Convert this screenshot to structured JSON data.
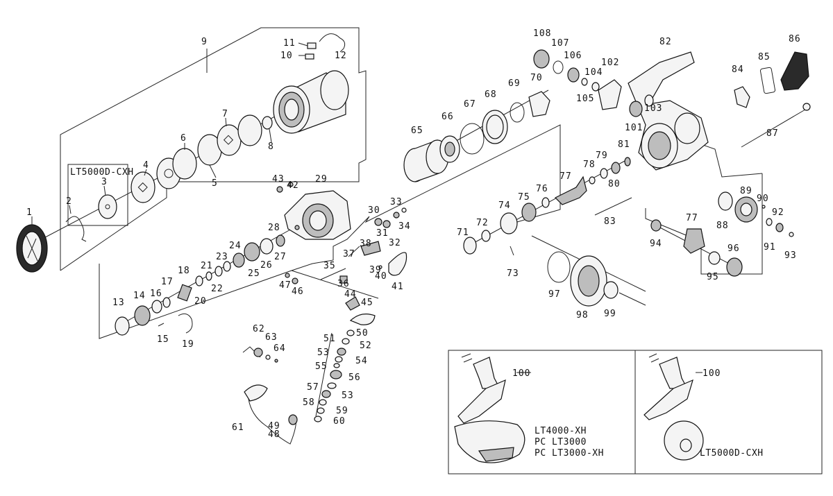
{
  "parts": [
    {
      "id": "1",
      "label": "1"
    },
    {
      "id": "2",
      "label": "2"
    },
    {
      "id": "3",
      "label": "3"
    },
    {
      "id": "4",
      "label": "4"
    },
    {
      "id": "5",
      "label": "5"
    },
    {
      "id": "6",
      "label": "6"
    },
    {
      "id": "7",
      "label": "7"
    },
    {
      "id": "8",
      "label": "8"
    },
    {
      "id": "9",
      "label": "9"
    },
    {
      "id": "10",
      "label": "10"
    },
    {
      "id": "11",
      "label": "11"
    },
    {
      "id": "12",
      "label": "12"
    },
    {
      "id": "13",
      "label": "13"
    },
    {
      "id": "14",
      "label": "14"
    },
    {
      "id": "15",
      "label": "15"
    },
    {
      "id": "16",
      "label": "16"
    },
    {
      "id": "17",
      "label": "17"
    },
    {
      "id": "18",
      "label": "18"
    },
    {
      "id": "19",
      "label": "19"
    },
    {
      "id": "20",
      "label": "20"
    },
    {
      "id": "21",
      "label": "21"
    },
    {
      "id": "22",
      "label": "22"
    },
    {
      "id": "23",
      "label": "23"
    },
    {
      "id": "24",
      "label": "24"
    },
    {
      "id": "25",
      "label": "25"
    },
    {
      "id": "26",
      "label": "26"
    },
    {
      "id": "27",
      "label": "27"
    },
    {
      "id": "28",
      "label": "28"
    },
    {
      "id": "29",
      "label": "29"
    },
    {
      "id": "30",
      "label": "30"
    },
    {
      "id": "31",
      "label": "31"
    },
    {
      "id": "32",
      "label": "32"
    },
    {
      "id": "33",
      "label": "33"
    },
    {
      "id": "34",
      "label": "34"
    },
    {
      "id": "35",
      "label": "35"
    },
    {
      "id": "36",
      "label": "36"
    },
    {
      "id": "37",
      "label": "37"
    },
    {
      "id": "38",
      "label": "38"
    },
    {
      "id": "39",
      "label": "39"
    },
    {
      "id": "40",
      "label": "40"
    },
    {
      "id": "41",
      "label": "41"
    },
    {
      "id": "42",
      "label": "42"
    },
    {
      "id": "43",
      "label": "43"
    },
    {
      "id": "44",
      "label": "44"
    },
    {
      "id": "45",
      "label": "45"
    },
    {
      "id": "46",
      "label": "46"
    },
    {
      "id": "47",
      "label": "47"
    },
    {
      "id": "48",
      "label": "48"
    },
    {
      "id": "49",
      "label": "49"
    },
    {
      "id": "50",
      "label": "50"
    },
    {
      "id": "51",
      "label": "51"
    },
    {
      "id": "52",
      "label": "52"
    },
    {
      "id": "53a",
      "label": "53"
    },
    {
      "id": "54",
      "label": "54"
    },
    {
      "id": "55",
      "label": "55"
    },
    {
      "id": "56",
      "label": "56"
    },
    {
      "id": "57",
      "label": "57"
    },
    {
      "id": "53b",
      "label": "53"
    },
    {
      "id": "58",
      "label": "58"
    },
    {
      "id": "59",
      "label": "59"
    },
    {
      "id": "60",
      "label": "60"
    },
    {
      "id": "61",
      "label": "61"
    },
    {
      "id": "62",
      "label": "62"
    },
    {
      "id": "63",
      "label": "63"
    },
    {
      "id": "64",
      "label": "64"
    },
    {
      "id": "65",
      "label": "65"
    },
    {
      "id": "66",
      "label": "66"
    },
    {
      "id": "67",
      "label": "67"
    },
    {
      "id": "68",
      "label": "68"
    },
    {
      "id": "69",
      "label": "69"
    },
    {
      "id": "70",
      "label": "70"
    },
    {
      "id": "71",
      "label": "71"
    },
    {
      "id": "72",
      "label": "72"
    },
    {
      "id": "73",
      "label": "73"
    },
    {
      "id": "74",
      "label": "74"
    },
    {
      "id": "75",
      "label": "75"
    },
    {
      "id": "76",
      "label": "76"
    },
    {
      "id": "77a",
      "label": "77"
    },
    {
      "id": "77b",
      "label": "77"
    },
    {
      "id": "78",
      "label": "78"
    },
    {
      "id": "79",
      "label": "79"
    },
    {
      "id": "80",
      "label": "80"
    },
    {
      "id": "81",
      "label": "81"
    },
    {
      "id": "82",
      "label": "82"
    },
    {
      "id": "83",
      "label": "83"
    },
    {
      "id": "84",
      "label": "84"
    },
    {
      "id": "85",
      "label": "85"
    },
    {
      "id": "86",
      "label": "86"
    },
    {
      "id": "87",
      "label": "87"
    },
    {
      "id": "88",
      "label": "88"
    },
    {
      "id": "89",
      "label": "89"
    },
    {
      "id": "90",
      "label": "90"
    },
    {
      "id": "91",
      "label": "91"
    },
    {
      "id": "92",
      "label": "92"
    },
    {
      "id": "93",
      "label": "93"
    },
    {
      "id": "94",
      "label": "94"
    },
    {
      "id": "95",
      "label": "95"
    },
    {
      "id": "96",
      "label": "96"
    },
    {
      "id": "97",
      "label": "97"
    },
    {
      "id": "98",
      "label": "98"
    },
    {
      "id": "99",
      "label": "99"
    },
    {
      "id": "100a",
      "label": "100"
    },
    {
      "id": "100b",
      "label": "100"
    },
    {
      "id": "101",
      "label": "101"
    },
    {
      "id": "102",
      "label": "102"
    },
    {
      "id": "103",
      "label": "103"
    },
    {
      "id": "104",
      "label": "104"
    },
    {
      "id": "105",
      "label": "105"
    },
    {
      "id": "106",
      "label": "106"
    },
    {
      "id": "107",
      "label": "107"
    },
    {
      "id": "108",
      "label": "108"
    }
  ],
  "spool_model_box": "LT5000D-CXH",
  "handle_box_left": {
    "models": [
      "LT4000-XH",
      "PC LT3000",
      "PC LT3000-XH"
    ]
  },
  "handle_box_right": {
    "model": "LT5000D-CXH"
  }
}
